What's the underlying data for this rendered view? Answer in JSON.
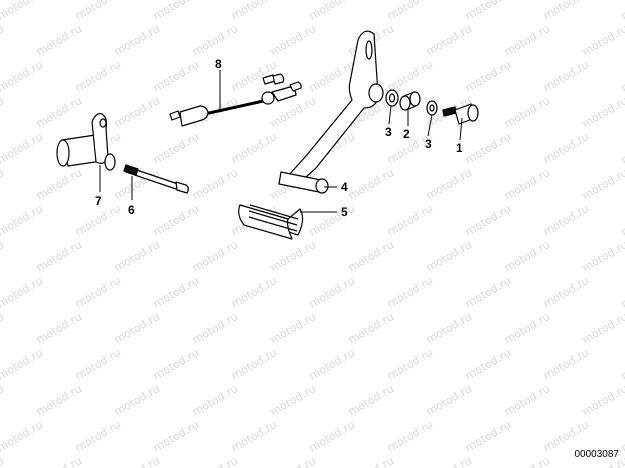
{
  "watermark": "motod.ru",
  "part_reference": "00003087",
  "callouts": {
    "c1": "1",
    "c2": "2",
    "c3a": "3",
    "c3b": "3",
    "c4": "4",
    "c5": "5",
    "c6": "6",
    "c7": "7",
    "c8": "8"
  }
}
